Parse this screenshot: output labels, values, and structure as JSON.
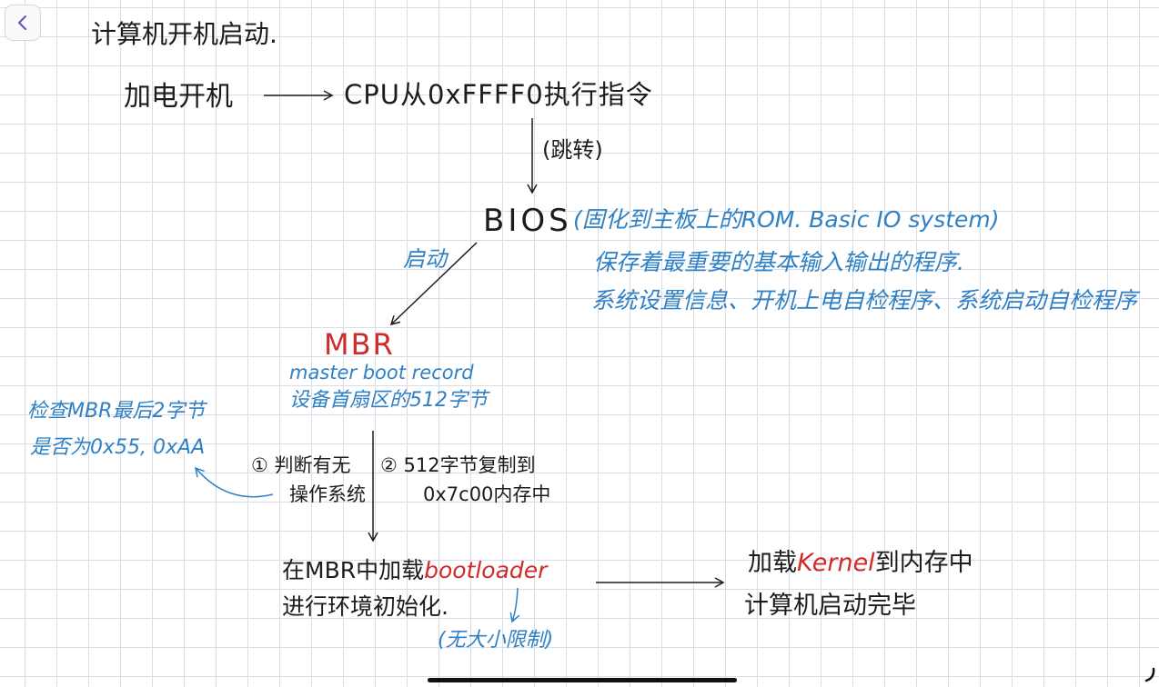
{
  "note": {
    "title": "计算机开机启动.",
    "power_on": "加电开机",
    "cpu_step": "CPU从0xFFFF0执行指令",
    "jump_label": "(跳转)",
    "bios": "BIOS",
    "bios_desc": "(固化到主板上的ROM. Basic IO system)",
    "bios_line2": "保存着最重要的基本输入输出的程序.",
    "bios_line3": "系统设置信息、开机上电自检程序、系统启动自检程序",
    "start_label": "启动",
    "mbr": "MBR",
    "mbr_full": "master boot record",
    "mbr_desc": "设备首扇区的512字节",
    "check_line1": "检查MBR最后2字节",
    "check_line2": "是否为0x55, 0xAA",
    "step1_line1": "① 判断有无",
    "step1_line2": "操作系统",
    "step2_line1": "② 512字节复制到",
    "step2_line2": "0x7c00内存中",
    "load_prefix": "在MBR中加载",
    "bootloader": "bootloader",
    "load_line2": "进行环境初始化.",
    "size_note": "(无大小限制)",
    "kernel_prefix": "加载",
    "kernel": "Kernel",
    "kernel_suffix": "到内存中",
    "done": "计算机启动完毕"
  },
  "icons": {
    "back": "chevron-left-icon"
  },
  "colors": {
    "ink": "#1c1c1c",
    "blue": "#2f80c4",
    "red": "#d02a2a",
    "accent": "#6a4bc4",
    "grid": "#d9dde5"
  }
}
